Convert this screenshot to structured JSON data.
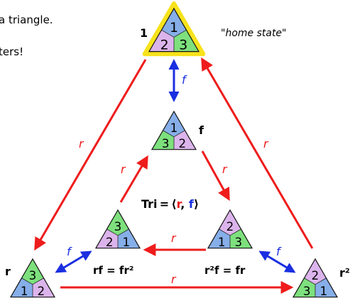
{
  "header": {
    "line1": "a triangle.",
    "line2": "ters!"
  },
  "colors": {
    "red": "#ee1c1c",
    "blue": "#1a2fe0",
    "green": "#7de07d",
    "purple": "#dcb4ec",
    "blue_region": "#86aee8",
    "highlight": "#f7e21c"
  },
  "home_note": "\"home state\"",
  "group": {
    "prefix": "Tri = ⟨",
    "r": "r",
    "comma": ", ",
    "f": "f",
    "suffix": "⟩"
  },
  "states": [
    {
      "id": "identity",
      "label": "1",
      "top": "1",
      "left": "2",
      "right": "3"
    },
    {
      "id": "f",
      "label": "f",
      "top": "1",
      "left": "3",
      "right": "2"
    },
    {
      "id": "rf",
      "label": "rf = fr²",
      "top": "3",
      "left": "2",
      "right": "1"
    },
    {
      "id": "r2f",
      "label": "r²f = fr",
      "top": "2",
      "left": "1",
      "right": "3"
    },
    {
      "id": "r",
      "label": "r",
      "top": "3",
      "left": "1",
      "right": "2"
    },
    {
      "id": "r2",
      "label": "r²",
      "top": "2",
      "left": "3",
      "right": "1"
    }
  ],
  "arrows": {
    "r_label": "r",
    "f_label": "f"
  }
}
